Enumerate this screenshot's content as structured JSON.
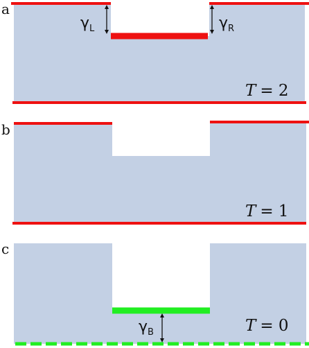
{
  "colors": {
    "region": "#c3d0e4",
    "interface_red": "#ee1111",
    "interface_green": "#22ee22",
    "arrow": "#111111"
  },
  "panels": [
    {
      "letter": "a",
      "t_symbol": "T",
      "t_value": "= 2",
      "labels": {
        "left": {
          "symbol": "γ",
          "sub": "L"
        },
        "right": {
          "symbol": "γ",
          "sub": "R"
        }
      }
    },
    {
      "letter": "b",
      "t_symbol": "T",
      "t_value": "= 1"
    },
    {
      "letter": "c",
      "t_symbol": "T",
      "t_value": "= 0",
      "labels": {
        "bottom": {
          "symbol": "γ",
          "sub": "B"
        }
      }
    }
  ]
}
